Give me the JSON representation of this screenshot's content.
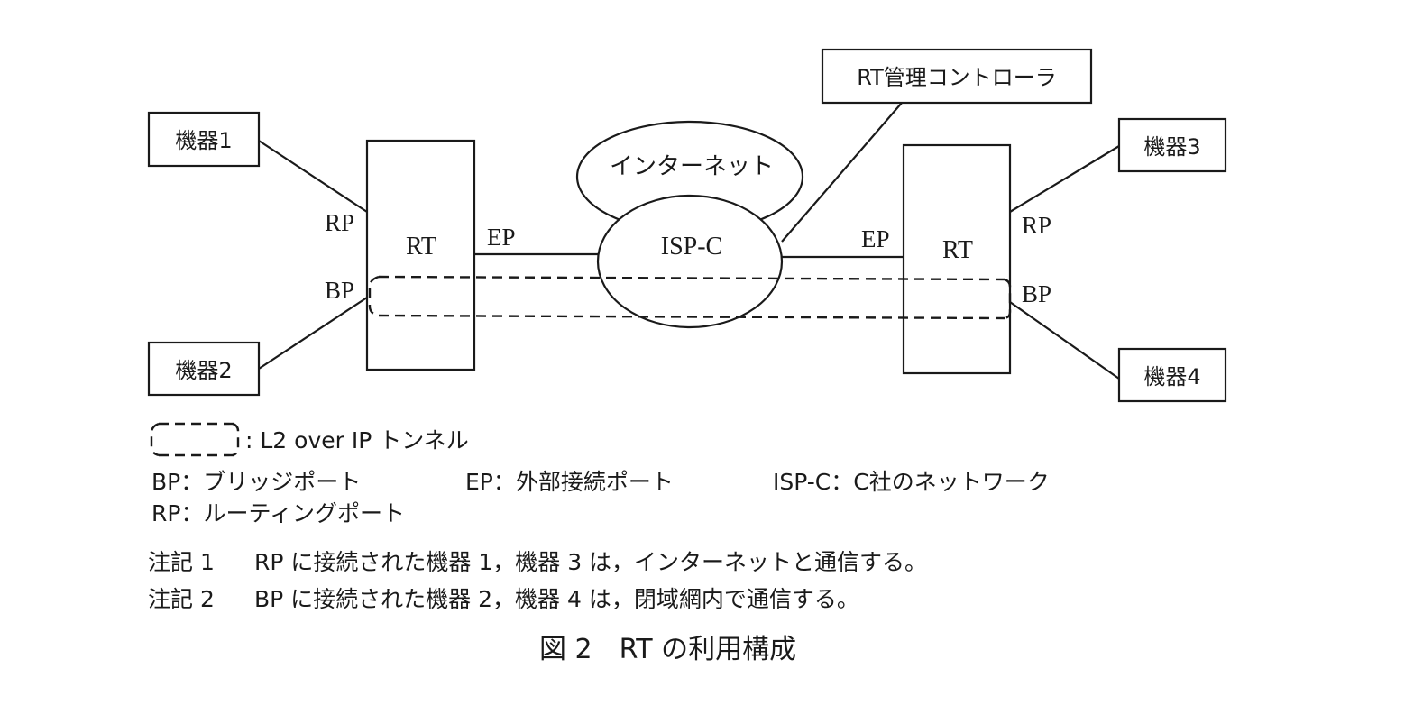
{
  "diagram": {
    "nodes": {
      "device1": "機器1",
      "device2": "機器2",
      "device3": "機器3",
      "device4": "機器4",
      "rt_left": "RT",
      "rt_right": "RT",
      "internet": "インターネット",
      "isp": "ISP-C",
      "controller": "RT管理コントローラ"
    },
    "port_labels": {
      "left_rp": "RP",
      "left_bp": "BP",
      "left_ep": "EP",
      "right_ep": "EP",
      "right_rp": "RP",
      "right_bp": "BP"
    }
  },
  "legend": {
    "tunnel": ": L2 over IP トンネル",
    "bp": "BP：ブリッジポート",
    "ep": "EP：外部接続ポート",
    "isp": "ISP-C：C社のネットワーク",
    "rp": "RP：ルーティングポート"
  },
  "notes": [
    {
      "label": "注記 1",
      "text": "RP に接続された機器 1，機器 3 は，インターネットと通信する。"
    },
    {
      "label": "注記 2",
      "text": "BP に接続された機器 2，機器 4 は，閉域網内で通信する。"
    }
  ],
  "caption": "図 2　RT の利用構成"
}
